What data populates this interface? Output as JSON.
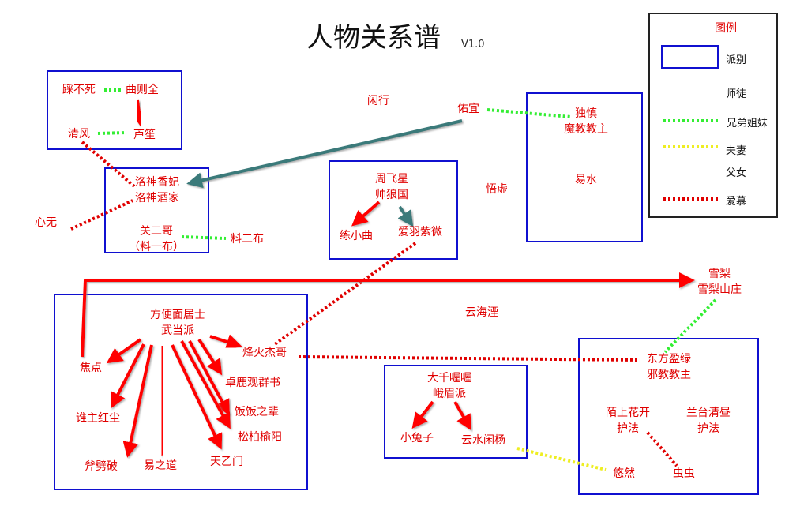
{
  "title": "人物关系谱",
  "version": "V1.0",
  "legend": {
    "title": "图例",
    "items": [
      {
        "key": "faction",
        "label": "派别",
        "color": "#1010d0"
      },
      {
        "key": "master",
        "label": "师徒",
        "color": "#ff0000"
      },
      {
        "key": "sibling",
        "label": "兄弟姐妹",
        "color": "#33ee33"
      },
      {
        "key": "spouse",
        "label": "夫妻",
        "color": "#eeee22"
      },
      {
        "key": "parent",
        "label": "父女",
        "color": "#3a7a7a"
      },
      {
        "key": "love",
        "label": "爱慕",
        "color": "#e00000"
      }
    ]
  },
  "nodes": {
    "caibusi": {
      "lines": [
        "踩不死"
      ]
    },
    "quzequan": {
      "lines": [
        "曲则全"
      ]
    },
    "qingfeng": {
      "lines": [
        "清风"
      ]
    },
    "lusheng": {
      "lines": [
        "芦笙"
      ]
    },
    "luoshen": {
      "lines": [
        "洛神香妃",
        "洛神酒家"
      ]
    },
    "xinwu": {
      "lines": [
        "心无"
      ]
    },
    "guanerge": {
      "lines": [
        "关二哥",
        "（料一布）"
      ]
    },
    "liaoerbu": {
      "lines": [
        "料二布"
      ]
    },
    "xianxing": {
      "lines": [
        "闲行"
      ]
    },
    "youyi": {
      "lines": [
        "佑宜"
      ]
    },
    "zhoufeixing": {
      "lines": [
        "周飞星",
        "帅狼国"
      ]
    },
    "lianxiaoqu": {
      "lines": [
        "练小曲"
      ]
    },
    "aiyuziwei": {
      "lines": [
        "爱羽紫微"
      ]
    },
    "wuxu": {
      "lines": [
        "悟虚"
      ]
    },
    "dushen": {
      "lines": [
        "独慎",
        "魔教教主"
      ]
    },
    "yishui": {
      "lines": [
        "易水"
      ]
    },
    "xueli": {
      "lines": [
        "雪梨",
        "雪梨山庄"
      ]
    },
    "fangbian": {
      "lines": [
        "方便面居士",
        "武当派"
      ]
    },
    "jiaodian": {
      "lines": [
        "焦点"
      ]
    },
    "fenghuo": {
      "lines": [
        "烽火杰哥"
      ]
    },
    "zhuolu": {
      "lines": [
        "卓鹿观群书"
      ]
    },
    "fanfan": {
      "lines": [
        "饭饭之辈"
      ]
    },
    "songbai": {
      "lines": [
        "松柏榆阳"
      ]
    },
    "shuizhu": {
      "lines": [
        "谁主红尘"
      ]
    },
    "fupipo": {
      "lines": [
        "斧劈破"
      ]
    },
    "yizhidao": {
      "lines": [
        "易之道"
      ]
    },
    "tianyimen": {
      "lines": [
        "天乙门"
      ]
    },
    "yunhaiyan": {
      "lines": [
        "云海湮"
      ]
    },
    "daqian": {
      "lines": [
        "大千喔喔",
        "峨眉派"
      ]
    },
    "xiaotuzi": {
      "lines": [
        "小兔子"
      ]
    },
    "yunshui": {
      "lines": [
        "云水闲杨"
      ]
    },
    "dongfang": {
      "lines": [
        "东方盈绿",
        "邪教教主"
      ]
    },
    "moshang": {
      "lines": [
        "陌上花开",
        "护法"
      ]
    },
    "lantai": {
      "lines": [
        "兰台清昼",
        "护法"
      ]
    },
    "youran": {
      "lines": [
        "悠然"
      ]
    },
    "chongchong": {
      "lines": [
        "虫虫"
      ]
    }
  },
  "relations": [
    {
      "type": "master",
      "from": "caibusi",
      "to": "qingfeng"
    },
    {
      "type": "master",
      "from": "quzequan",
      "to": "lusheng"
    },
    {
      "type": "sibling",
      "from": "caibusi",
      "to": "quzequan"
    },
    {
      "type": "sibling",
      "from": "qingfeng",
      "to": "lusheng"
    },
    {
      "type": "love",
      "from": "qingfeng",
      "to": "luoshen"
    },
    {
      "type": "love",
      "from": "xinwu",
      "to": "luoshen"
    },
    {
      "type": "sibling",
      "from": "guanerge",
      "to": "liaoerbu"
    },
    {
      "type": "parent",
      "from": "youyi",
      "to": "luoshen"
    },
    {
      "type": "sibling",
      "from": "youyi",
      "to": "dushen"
    },
    {
      "type": "master",
      "from": "dushen",
      "to": "yishui"
    },
    {
      "type": "master",
      "from": "zhoufeixing",
      "to": "lianxiaoqu"
    },
    {
      "type": "parent",
      "from": "zhoufeixing",
      "to": "aiyuziwei"
    },
    {
      "type": "love",
      "from": "aiyuziwei",
      "to": "fenghuo"
    },
    {
      "type": "master",
      "from": "jiaodian",
      "to": "xueli"
    },
    {
      "type": "master",
      "from": "fangbian",
      "to": "jiaodian"
    },
    {
      "type": "master",
      "from": "fangbian",
      "to": "fenghuo"
    },
    {
      "type": "master",
      "from": "fangbian",
      "to": "zhuolu"
    },
    {
      "type": "master",
      "from": "fangbian",
      "to": "fanfan"
    },
    {
      "type": "master",
      "from": "fangbian",
      "to": "songbai"
    },
    {
      "type": "master",
      "from": "fangbian",
      "to": "shuizhu"
    },
    {
      "type": "master",
      "from": "fangbian",
      "to": "fupipo"
    },
    {
      "type": "master",
      "from": "fangbian",
      "to": "yizhidao"
    },
    {
      "type": "master",
      "from": "fangbian",
      "to": "tianyimen"
    },
    {
      "type": "love",
      "from": "fenghuo",
      "to": "dongfang"
    },
    {
      "type": "sibling",
      "from": "xueli",
      "to": "dongfang"
    },
    {
      "type": "master",
      "from": "daqian",
      "to": "xiaotuzi"
    },
    {
      "type": "master",
      "from": "daqian",
      "to": "yunshui"
    },
    {
      "type": "spouse",
      "from": "yunshui",
      "to": "youran"
    },
    {
      "type": "love",
      "from": "moshang",
      "to": "chongchong"
    }
  ]
}
